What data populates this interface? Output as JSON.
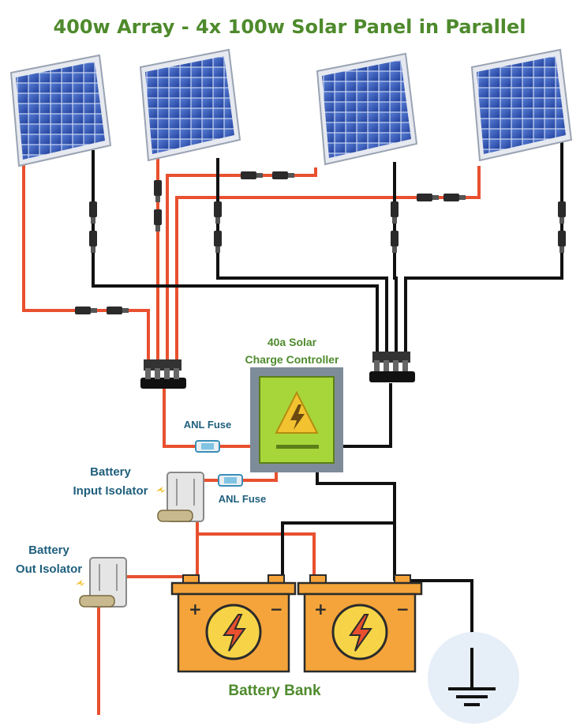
{
  "title": "400w Array - 4x 100w Solar Panel in Parallel",
  "labels": {
    "controller_line1": "40a Solar",
    "controller_line2": "Charge Controller",
    "fuse_1": "ANL Fuse",
    "fuse_2": "ANL Fuse",
    "input_isolator_line1": "Battery",
    "input_isolator_line2": "Input Isolator",
    "output_isolator_line1": "Battery",
    "output_isolator_line2": "Out Isolator",
    "battery_bank": "Battery Bank"
  },
  "battery_terminals": {
    "positive": "+",
    "negative": "−"
  },
  "components": {
    "solar_panels": 4,
    "batteries": 2,
    "branch_connectors": 2
  },
  "colors": {
    "title_green": "#4e8a2c",
    "label_blue": "#1f5f7d",
    "positive_wire": "#e8502f",
    "negative_wire": "#111111",
    "battery_orange": "#f4a43a",
    "controller_green": "#a7d63a",
    "panel_blue": "#2b4fae"
  },
  "icons": [
    "solar-panel-icon",
    "lightning-icon",
    "ground-icon",
    "fuse-icon",
    "isolator-switch-icon"
  ]
}
